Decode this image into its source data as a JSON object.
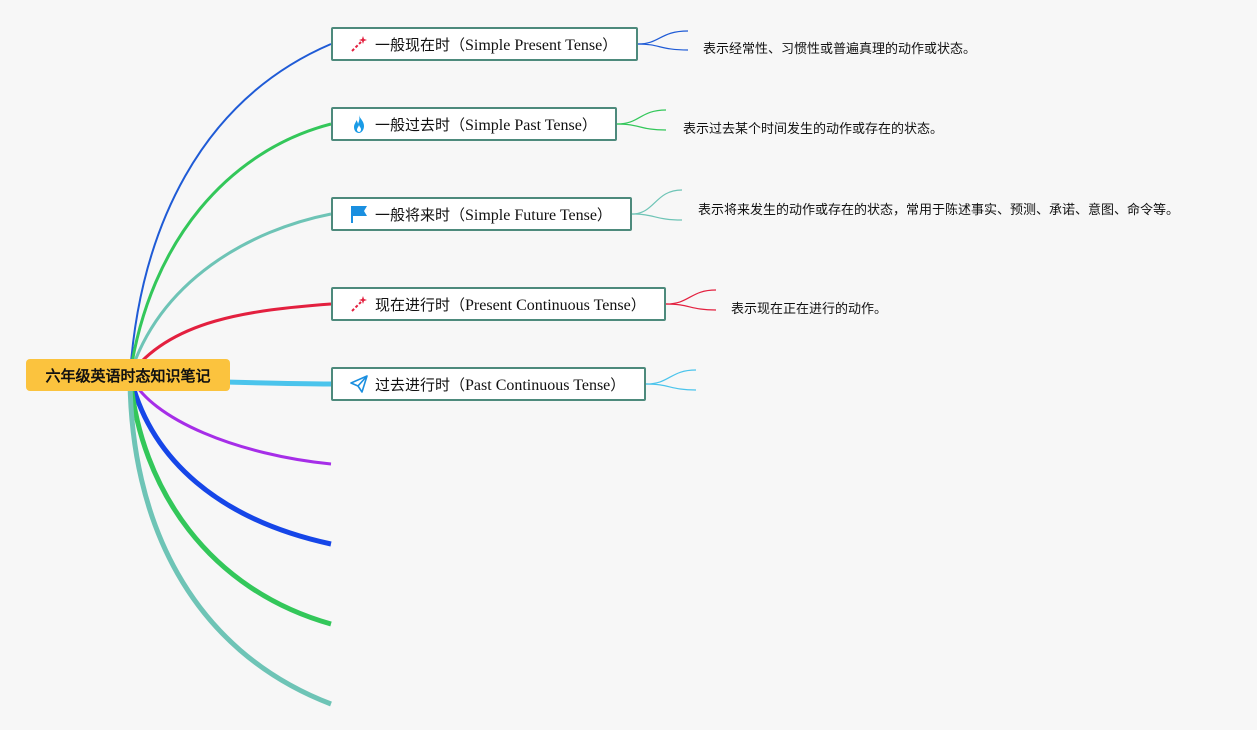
{
  "root": {
    "title": "六年级英语时态知识笔记",
    "color": "#fbc33e"
  },
  "topics": [
    {
      "label": "一般现在时（Simple Present Tense）",
      "icon": "magic-wand-icon",
      "color": "#1f5bd6",
      "note": "表示经常性、习惯性或普遍真理的动作或状态。"
    },
    {
      "label": "一般过去时（Simple Past Tense）",
      "icon": "fire-icon",
      "color": "#33c75a",
      "note": "表示过去某个时间发生的动作或存在的状态。"
    },
    {
      "label": "一般将来时（Simple Future Tense）",
      "icon": "flag-icon",
      "color": "#6ec4b6",
      "note": "表示将来发生的动作或存在的状态，常用于陈述事实、预测、承诺、意图、命令等。"
    },
    {
      "label": "现在进行时（Present Continuous Tense）",
      "icon": "magic-wand-icon",
      "color": "#e3203f",
      "note": "表示现在正在进行的动作。"
    },
    {
      "label": "过去进行时（Past Continuous Tense）",
      "icon": "paper-plane-icon",
      "color": "#4bc4ec",
      "note": ""
    }
  ],
  "empty_branches": [
    {
      "color": "#a62ee8"
    },
    {
      "color": "#1646e8"
    },
    {
      "color": "#33c75a"
    },
    {
      "color": "#6ec4b6"
    }
  ]
}
